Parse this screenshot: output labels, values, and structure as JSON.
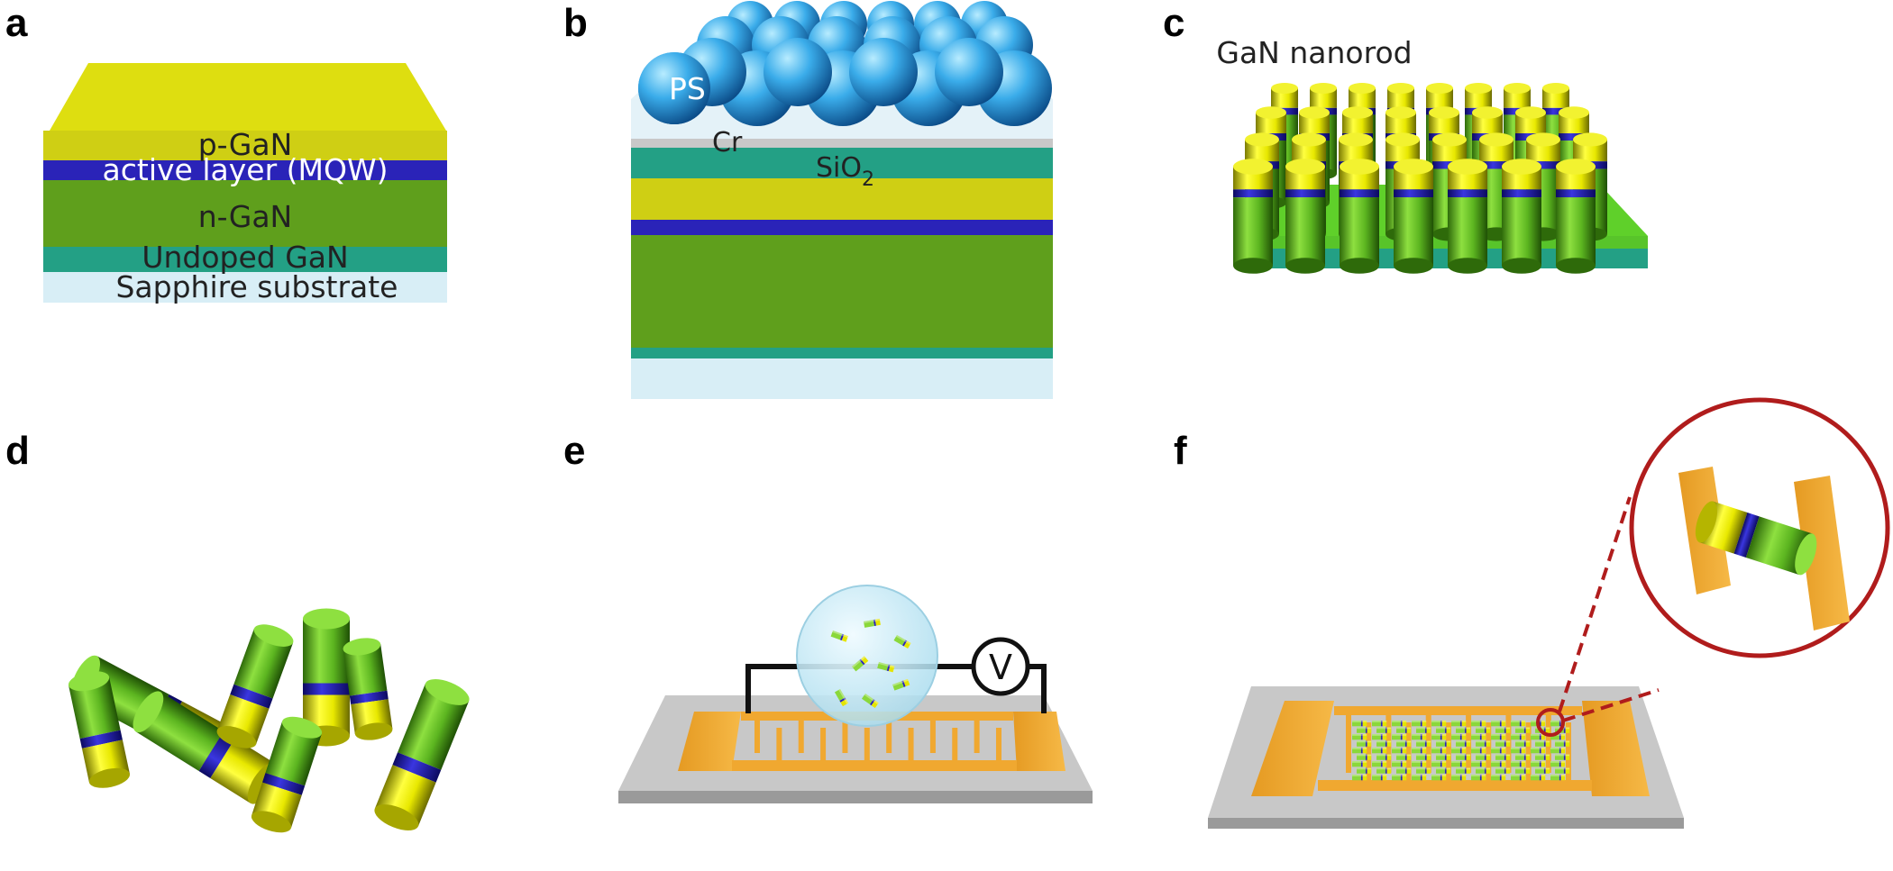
{
  "panels": {
    "a": {
      "label": "a",
      "layers": {
        "p_gan": "p-GaN",
        "active_layer": "active layer (MQW)",
        "n_gan": "n-GaN",
        "undoped_gan": "Undoped GaN",
        "sapphire": "Sapphire substrate"
      }
    },
    "b": {
      "label": "b",
      "ps": "PS",
      "cr": "Cr",
      "sio2_base": "SiO",
      "sio2_sub": "2"
    },
    "c": {
      "label": "c",
      "title": "GaN  nanorod"
    },
    "d": {
      "label": "d"
    },
    "e": {
      "label": "e",
      "voltmeter": "V"
    },
    "f": {
      "label": "f"
    }
  },
  "colors": {
    "p_gan": "#e4e400",
    "mqw": "#2a23b8",
    "n_gan": "#5f9f1c",
    "undoped": "#23a085",
    "sapphire": "#d8eef6",
    "ps_sphere": "#36a9e8",
    "electrode": "#f0a830",
    "substrate": "#c8c8c8",
    "magnify_circle": "#b01c1c"
  }
}
